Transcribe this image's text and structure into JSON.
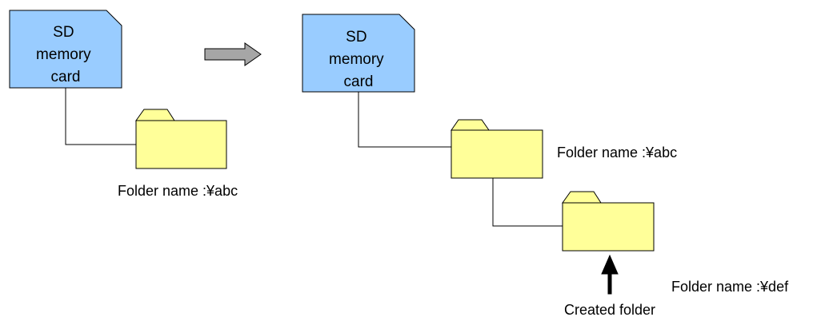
{
  "colors": {
    "card_fill": "#99ccff",
    "folder_fill": "#ffff99",
    "arrow_fill": "#a6a6a6",
    "outline": "#000000"
  },
  "before": {
    "card": {
      "lines": [
        "SD",
        "memory",
        "card"
      ]
    },
    "folder": {
      "label": "Folder name\t:¥abc",
      "icon": "folder-icon"
    }
  },
  "transition": {
    "icon": "right-arrow-icon"
  },
  "after": {
    "card": {
      "lines": [
        "SD",
        "memory",
        "card"
      ]
    },
    "parent_folder": {
      "label": "Folder name\t:¥abc",
      "icon": "folder-icon"
    },
    "child_folder": {
      "label": "Folder name\t:¥def",
      "icon": "folder-icon"
    },
    "pointer": {
      "icon": "up-arrow-icon",
      "caption": "Created folder"
    }
  }
}
